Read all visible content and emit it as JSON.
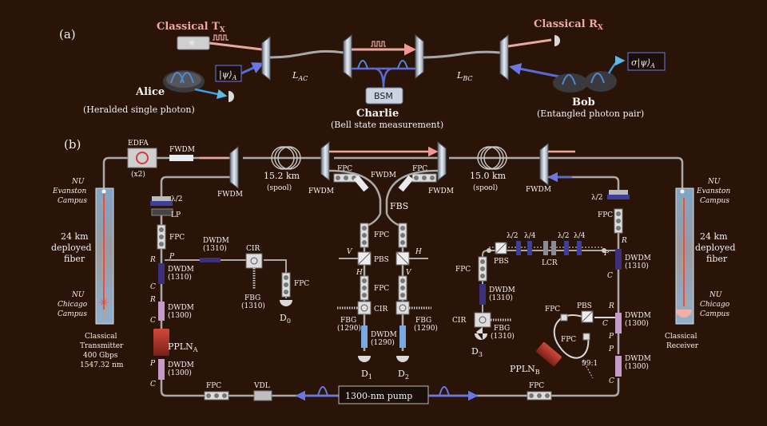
{
  "panel_a": {
    "label": "(a)",
    "classical_tx": "Classical T",
    "classical_tx_sub": "X",
    "classical_rx": "Classical R",
    "classical_rx_sub": "X",
    "alice": "Alice",
    "alice_sub": "(Heralded single photon)",
    "alice_state": "|ψ⟩",
    "alice_state_sub": "A",
    "bob": "Bob",
    "bob_sub": "(Entangled photon pair)",
    "bob_state": "σ|ψ⟩",
    "bob_state_sub": "A",
    "charlie": "Charlie",
    "charlie_sub": "(Bell state measurement)",
    "bsm": "BSM",
    "lac": "L",
    "lac_sub": "AC",
    "lbc": "L",
    "lbc_sub": "BC"
  },
  "panel_b": {
    "label": "(b)",
    "edfa": "EDFA",
    "x2": "(x2)",
    "fwdm": "FWDM",
    "spool1_len": "15.2 km",
    "spool2_len": "15.0 km",
    "spool": "(spool)",
    "fpc": "FPC",
    "fbs": "FBS",
    "pbs": "PBS",
    "cir": "CIR",
    "lcr": "LCR",
    "vdl": "VDL",
    "pump": "1300-nm pump",
    "half_wave": "λ/2",
    "quarter_wave": "λ/4",
    "lp": "LP",
    "dwdm": "DWDM",
    "dwdm_1310": "(1310)",
    "dwdm_1300": "(1300)",
    "dwdm_1290": "(1290)",
    "fbg": "FBG",
    "fbg_1310": "(1310)",
    "fbg_1290": "(1290)",
    "d0": "D",
    "d0_sub": "0",
    "d1": "D",
    "d1_sub": "1",
    "d2": "D",
    "d2_sub": "2",
    "d3": "D",
    "d3_sub": "3",
    "ppln_a": "PPLN",
    "ppln_a_sub": "A",
    "ppln_b": "PPLN",
    "ppln_b_sub": "B",
    "ratio": "99:1",
    "port_p": "P",
    "port_r": "R",
    "port_c": "C",
    "pol_h": "H",
    "pol_v": "V",
    "nu_evanston": "NU",
    "evanston": "Evanston",
    "campus": "Campus",
    "nu_chicago": "NU",
    "chicago": "Chicago",
    "deployed_len": "24 km",
    "deployed": "deployed",
    "fiber": "fiber",
    "ctx_1": "Classical",
    "ctx_2": "Transmitter",
    "ctx_3": "400 Gbps",
    "ctx_4": "1547.32 nm",
    "crx_1": "Classical",
    "crx_2": "Receiver"
  },
  "colors": {
    "background": "#2a1408",
    "fiber": "#a9a9a9",
    "classical": "#e8a8a0",
    "quantum": "#5a6ad8",
    "dwdm_1310": "#3d2f7a",
    "dwdm_1300": "#c79bc9",
    "dwdm_1290": "#7aa8e0",
    "ppln": "#b53a30"
  }
}
